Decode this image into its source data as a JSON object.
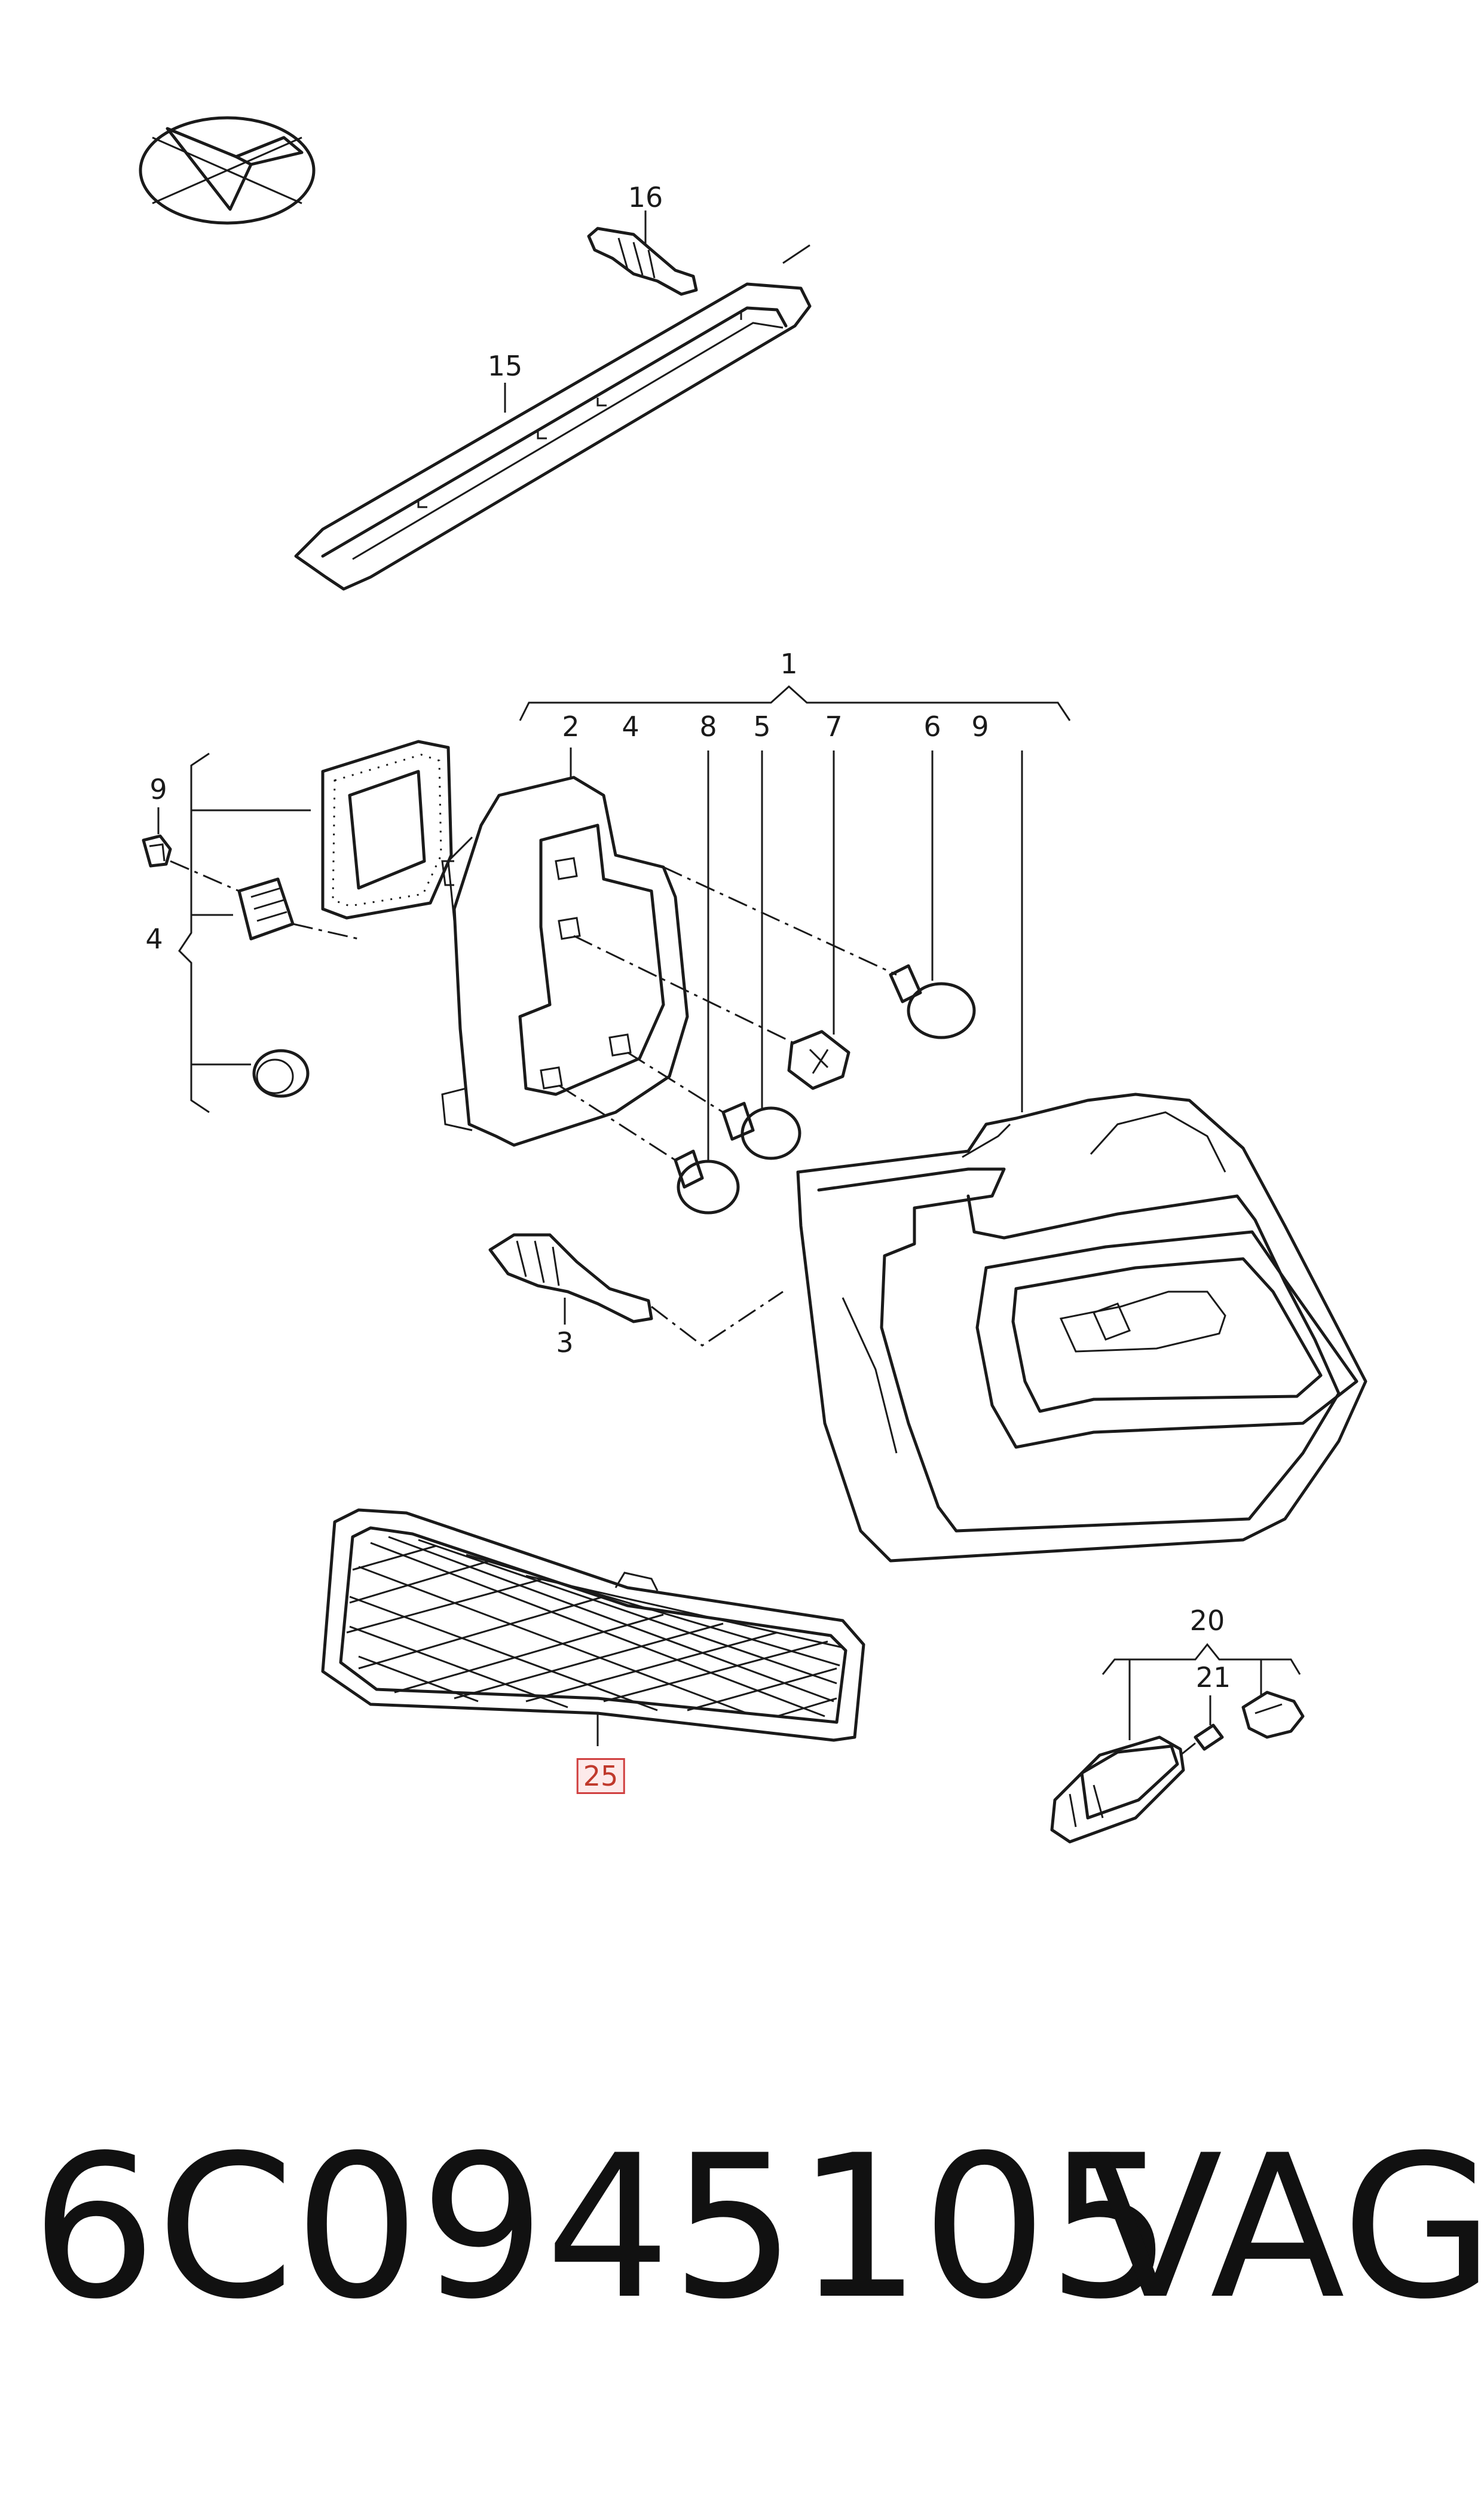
{
  "diagram": {
    "callouts": {
      "c16": "16",
      "c15": "15",
      "c1": "1",
      "c2": "2",
      "c4a": "4",
      "c8": "8",
      "c5": "5",
      "c7": "7",
      "c6": "6",
      "c9a": "9",
      "c9b": "9",
      "c4b": "4",
      "c3": "3",
      "c20": "20",
      "c21": "21",
      "c25": "25"
    }
  },
  "footer": {
    "part_number": "6C0945105",
    "brand": "VAG"
  },
  "colors": {
    "line": "#1a1a1a",
    "highlight_border": "#d04040",
    "highlight_fill": "#fdeaea"
  }
}
